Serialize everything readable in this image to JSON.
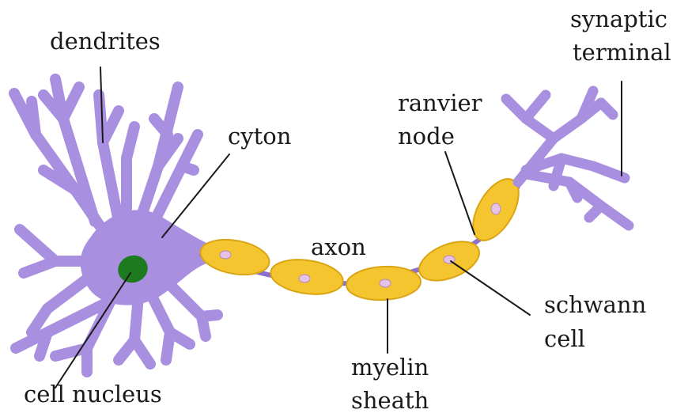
{
  "labels": {
    "dendrites": "dendrites",
    "cyton": "cyton",
    "axon": "axon",
    "ranvier_node": [
      "ranvier",
      "node"
    ],
    "synaptic_terminal": [
      "synaptic",
      "terminal"
    ],
    "schwann_cell": [
      "schwann",
      "cell"
    ],
    "myelin_sheath": [
      "myelin",
      "sheath"
    ],
    "cell_nucleus": "cell nucleus"
  },
  "colors": {
    "neuron_body": "#A98FE0",
    "neuron_outline": "#8A6FCC",
    "myelin": "#F5C530",
    "myelin_outline": "#D9A514",
    "schwann_nucleus": "#E6C3E6",
    "cell_nucleus": "#1E7A1E",
    "leader_line": "#1a1a1a"
  }
}
